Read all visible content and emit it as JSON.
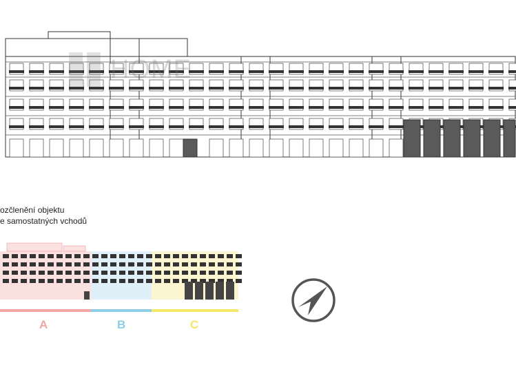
{
  "watermark": {
    "text": "HOME"
  },
  "captions": {
    "line1": "ozčlenění objektu",
    "line2": "e samostatných vchodů"
  },
  "segments": [
    {
      "label": "A",
      "color": "#f2a6a6"
    },
    {
      "label": "B",
      "color": "#8ccfe6"
    },
    {
      "label": "C",
      "color": "#f4e86a"
    }
  ],
  "icons": {
    "compass": "compass-north-arrow-icon"
  }
}
